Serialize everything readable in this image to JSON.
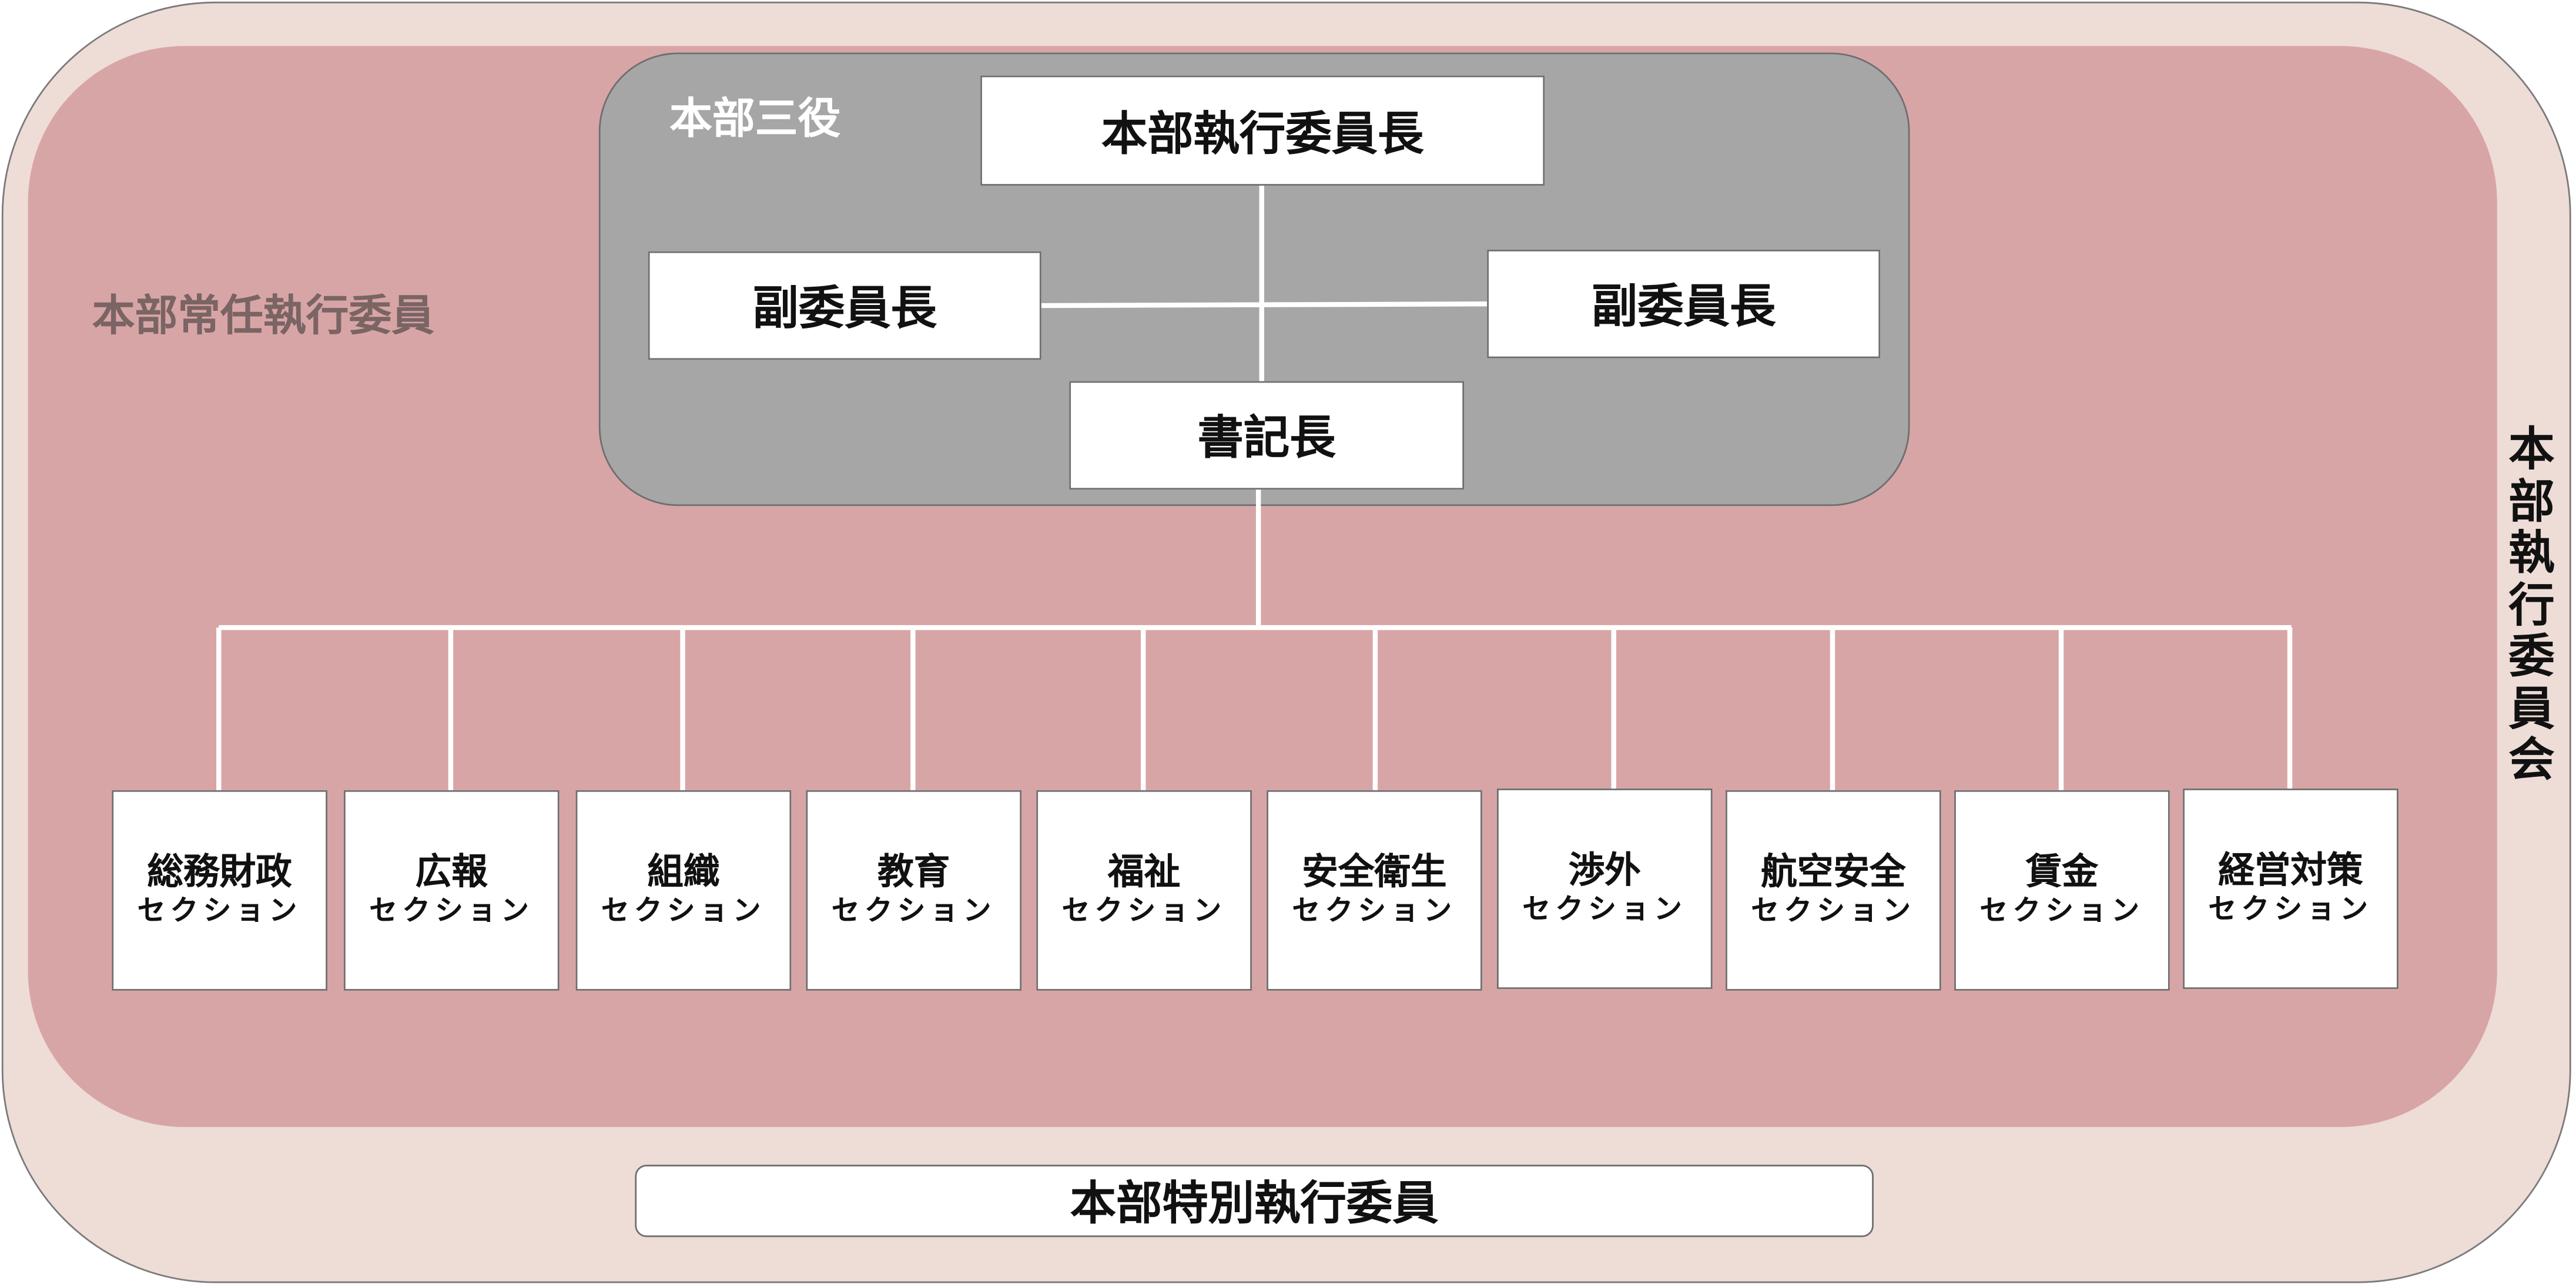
{
  "outer_label": "本部執行委員会",
  "standing_label": "本部常任執行委員",
  "trio": {
    "label": "本部三役",
    "chair": "本部執行委員長",
    "vice_left": "副委員長",
    "vice_right": "副委員長",
    "secretary": "書記長"
  },
  "sections": [
    {
      "name": "総務財政",
      "sub": "セクション"
    },
    {
      "name": "広報",
      "sub": "セクション"
    },
    {
      "name": "組織",
      "sub": "セクション"
    },
    {
      "name": "教育",
      "sub": "セクション"
    },
    {
      "name": "福祉",
      "sub": "セクション"
    },
    {
      "name": "安全衛生",
      "sub": "セクション"
    },
    {
      "name": "渉外",
      "sub": "セクション"
    },
    {
      "name": "航空安全",
      "sub": "セクション"
    },
    {
      "name": "賃金",
      "sub": "セクション"
    },
    {
      "name": "経営対策",
      "sub": "セクション"
    }
  ],
  "special_label": "本部特別執行委員",
  "colors": {
    "outer_fill": "#eedcd7",
    "inner_fill": "#d8a5a6",
    "trio_fill": "#a6a6a6",
    "connector": "#ffffff"
  }
}
